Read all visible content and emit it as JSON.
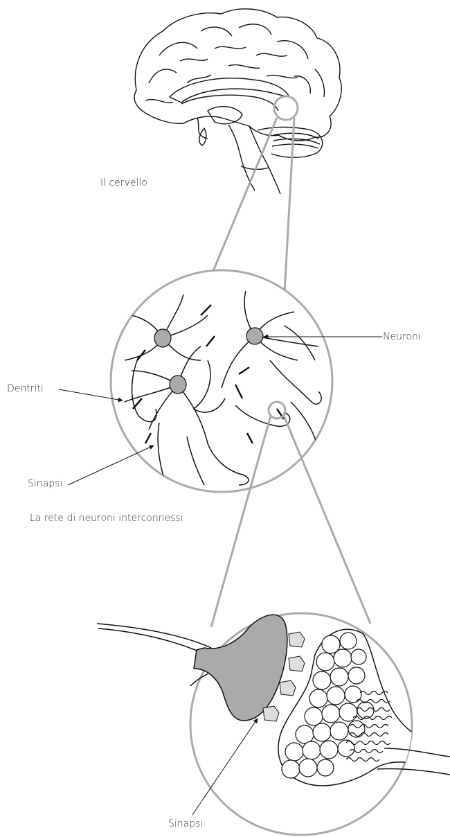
{
  "labels": {
    "brain": "Il cervello",
    "neurons": "Neuroni",
    "dendrites": "Dentriti",
    "synapse_network": "Sinapsi",
    "network_caption": "La rete di neuroni interconnessi",
    "synapse_detail": "Sinapsi"
  },
  "colors": {
    "line": "#111111",
    "connector": "#aaaaaa",
    "cell_fill": "#aaaaaa",
    "text": "#333333"
  }
}
